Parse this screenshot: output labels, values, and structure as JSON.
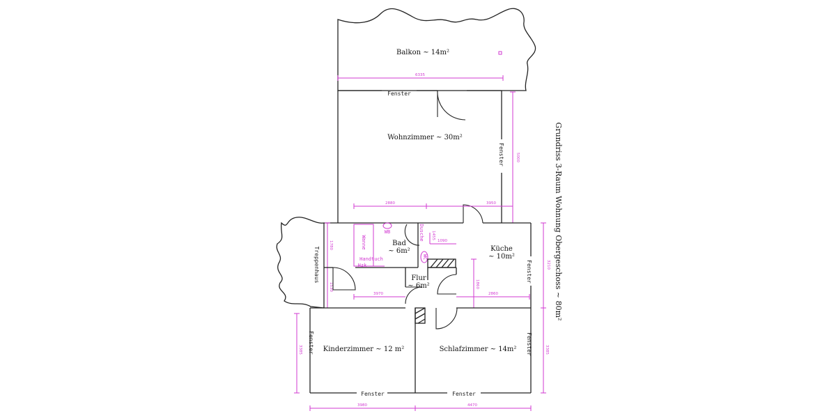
{
  "title": "Grundriss 3-Raum Wohnung Obergeschoss ~ 80m²",
  "rooms": {
    "balkon": "Balkon ~ 14m²",
    "wohnzimmer": "Wohnzimmer ~ 30m²",
    "bad_name": "Bad",
    "bad_area": "~ 6m²",
    "kueche_name": "Küche",
    "kueche_area": "~ 10m²",
    "flur_name": "Flur",
    "flur_area": "~ 6m²",
    "kinderzimmer": "Kinderzimmer ~ 12 m²",
    "schlafzimmer": "Schlafzimmer ~ 14m²",
    "treppenhaus": "Treppenhaus"
  },
  "windows": {
    "wohnzimmer_top": "Fenster",
    "wohnzimmer_right": "Fenster",
    "kueche_right": "Fenster",
    "kinderzimmer_left": "Fenster",
    "schlafzimmer_right": "Fenster",
    "kinderzimmer_bottom": "Fenster",
    "schlafzimmer_bottom": "Fenster"
  },
  "fixtures": {
    "wanne": "Wanne",
    "wb": "WB",
    "dusche": "Dusche",
    "wc": "WC",
    "handtuch": "Handtuch",
    "hzk": "Hzk"
  },
  "dimensions": {
    "balkon_width": "6335",
    "wohnzimmer_depth": "5000",
    "bad_width": "2880",
    "kueche_width": "3950",
    "treppe_upper": "1780",
    "treppe_lower": "1530",
    "bad_small_1": "1455",
    "bad_small_2": "1090",
    "kueche_depth": "3210",
    "flur_depth": "1860",
    "flur_width": "3970",
    "flur_kueche": "2860",
    "kinder_depth": "3385",
    "schlaf_depth": "3385",
    "kinder_width": "3980",
    "schlaf_width": "4470"
  },
  "colors": {
    "walls": "#222222",
    "dimensions": "#d23ad2",
    "background": "#ffffff"
  }
}
